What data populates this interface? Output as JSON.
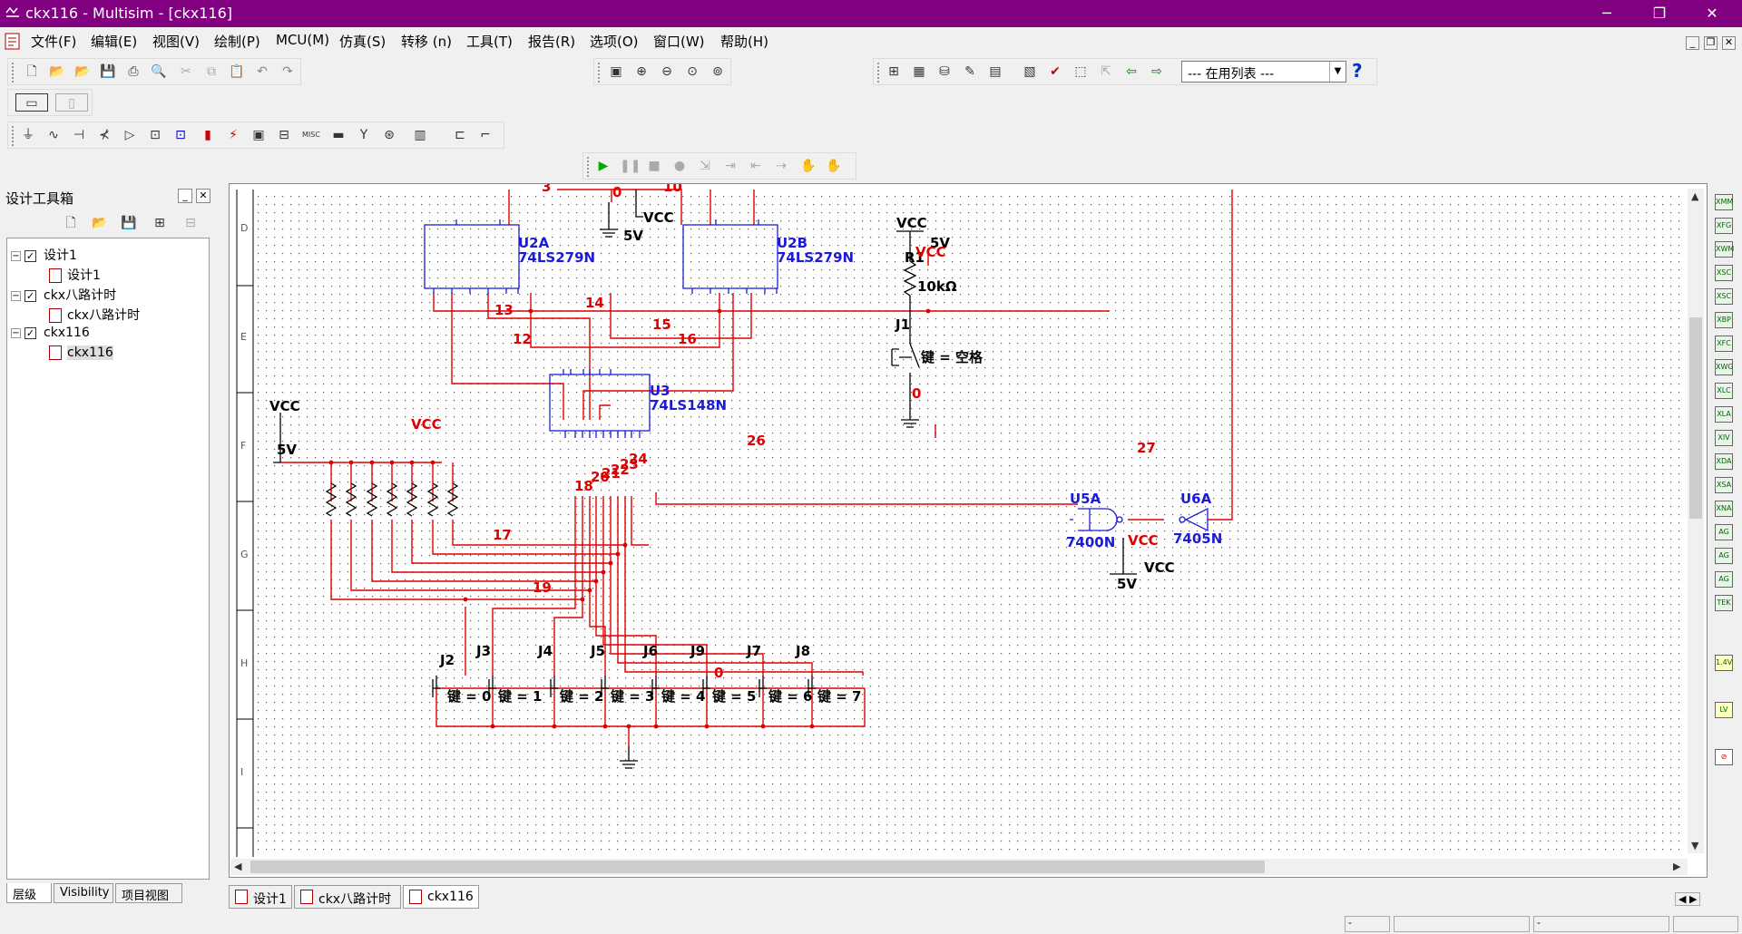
{
  "window": {
    "title": "ckx116 - Multisim - [ckx116]",
    "minimize": "─",
    "restore": "❐",
    "close": "✕"
  },
  "menus": [
    "文件(F)",
    "编辑(E)",
    "视图(V)",
    "绘制(P)",
    "MCU(M)",
    "仿真(S)",
    "转移 (n)",
    "工具(T)",
    "报告(R)",
    "选项(O)",
    "窗口(W)",
    "帮助(H)"
  ],
  "mdi_controls": [
    "_",
    "❐",
    "✕"
  ],
  "toolbar": {
    "in_use_list": "--- 在用列表 ---",
    "help": "?"
  },
  "panel": {
    "title": "设计工具箱",
    "tree": [
      {
        "label": "设计1",
        "level": 0,
        "expand": "−",
        "check": "✓"
      },
      {
        "label": "设计1",
        "level": 1
      },
      {
        "label": "ckx八路计时",
        "level": 0,
        "expand": "−",
        "check": "✓"
      },
      {
        "label": "ckx八路计时",
        "level": 1
      },
      {
        "label": "ckx116",
        "level": 0,
        "expand": "−",
        "check": "✓"
      },
      {
        "label": "ckx116",
        "level": 1
      }
    ],
    "tabs": [
      "层级",
      "Visibility",
      "项目视图"
    ]
  },
  "doc_tabs": [
    "设计1",
    "ckx八路计时",
    "ckx116"
  ],
  "schematic": {
    "border_rows": [
      "D",
      "E",
      "F",
      "G",
      "H",
      "I"
    ],
    "components": {
      "u2a": {
        "ref": "U2A",
        "part": "74LS279N"
      },
      "u2b": {
        "ref": "U2B",
        "part": "74LS279N"
      },
      "u3": {
        "ref": "U3",
        "part": "74LS148N"
      },
      "u5a": {
        "ref": "U5A",
        "part": "7400N"
      },
      "u6a": {
        "ref": "U6A",
        "part": "7405N"
      },
      "r1": {
        "ref": "R1",
        "value": "10kΩ"
      },
      "j1": {
        "ref": "J1",
        "key": "键 = 空格"
      }
    },
    "power": {
      "vcc": "VCC",
      "v5": "5V"
    },
    "net_labels": [
      "3",
      "0",
      "10",
      "14",
      "13",
      "15",
      "12",
      "16",
      "0",
      "26",
      "27",
      "24",
      "23",
      "22",
      "21",
      "20",
      "18",
      "17",
      "19",
      "0"
    ],
    "switches": [
      {
        "ref": "J2",
        "key": "键 = 0"
      },
      {
        "ref": "J3",
        "key": "键 = 1"
      },
      {
        "ref": "J4",
        "key": "键 = 2"
      },
      {
        "ref": "J5",
        "key": "键 = 3"
      },
      {
        "ref": "J6",
        "key": "键 = 4"
      },
      {
        "ref": "J9",
        "key": "键 = 5"
      },
      {
        "ref": "J7",
        "key": "键 = 6"
      },
      {
        "ref": "J8",
        "key": "键 = 7"
      }
    ]
  },
  "status_cells": [
    "-",
    "",
    "-",
    ""
  ],
  "colors": {
    "titlebar": "#800080",
    "wire": "#e00000",
    "part": "#1c1cd6"
  }
}
